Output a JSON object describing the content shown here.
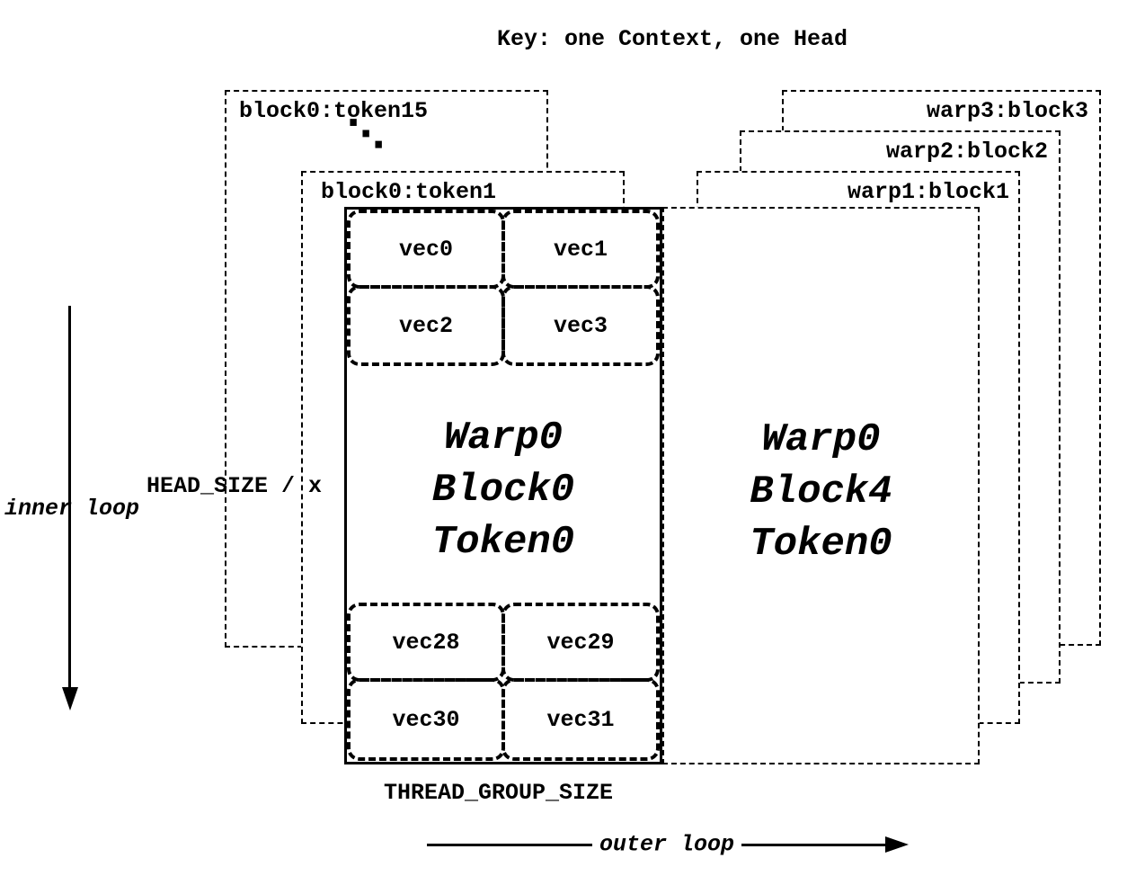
{
  "title": "Key: one Context, one Head",
  "left_stack": {
    "back_box_label": "block0:token15",
    "ellipsis": "⋱",
    "front_box_label": "block0:token1"
  },
  "main_block": {
    "top_vectors": [
      "vec0",
      "vec1",
      "vec2",
      "vec3"
    ],
    "center_lines": [
      "Warp0",
      "Block0",
      "Token0"
    ],
    "bottom_vectors": [
      "vec28",
      "vec29",
      "vec30",
      "vec31"
    ]
  },
  "right_block": {
    "center_lines": [
      "Warp0",
      "Block4",
      "Token0"
    ]
  },
  "right_stack": {
    "labels": [
      "warp1:block1",
      "warp2:block2",
      "warp3:block3"
    ]
  },
  "annotations": {
    "inner_loop": "inner loop",
    "head_size": "HEAD_SIZE / x",
    "thread_group_size": "THREAD_GROUP_SIZE",
    "outer_loop": "outer loop"
  },
  "colors": {
    "line": "#000000",
    "background": "#ffffff"
  }
}
